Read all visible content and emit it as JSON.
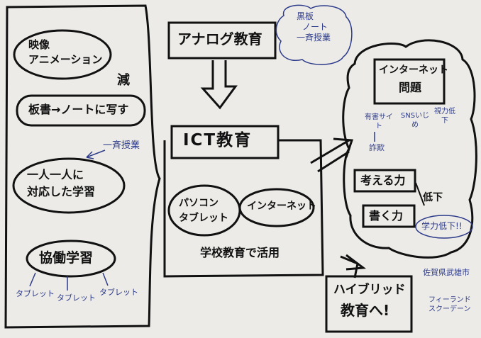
{
  "left_panel": {
    "video_animation": [
      "映像",
      "アニメーション"
    ],
    "board_to_notebook": "板書→ノートに写す",
    "reduce_mark": "減",
    "individual_learning": [
      "一人一人に",
      "対応した学習"
    ],
    "collaborative_learning": "協働学習",
    "tablets": [
      "タブレット",
      "タブレット",
      "タブレット"
    ],
    "side_note": "一斉授業"
  },
  "analog": {
    "title": "アナログ教育",
    "cloud_notes": [
      "黒板",
      "ノート",
      "一斉授業"
    ]
  },
  "ict": {
    "title": "ICT教育",
    "pc_tablet": [
      "パソコン",
      "タブレット"
    ],
    "internet": "インターネット",
    "usage": "学校教育で活用"
  },
  "problems": {
    "title": [
      "インターネット",
      "問題"
    ],
    "sub_labels": [
      "有害サイト",
      "SNSいじめ",
      "視力低下"
    ],
    "fraud": "詐欺",
    "thinking": "考える力",
    "writing": "書く力",
    "decline": "低下",
    "scholastic_decline": "学力低下!!"
  },
  "hybrid": {
    "title": [
      "ハイブリッド",
      "教育へ!"
    ]
  },
  "signature": {
    "school": "佐賀県武雄市",
    "name": [
      "フィーランド",
      "スクーデーン"
    ]
  },
  "colors": {
    "ink": "#111111",
    "pen_blue": "#2c3a8a",
    "paper": "#ecebe7"
  }
}
